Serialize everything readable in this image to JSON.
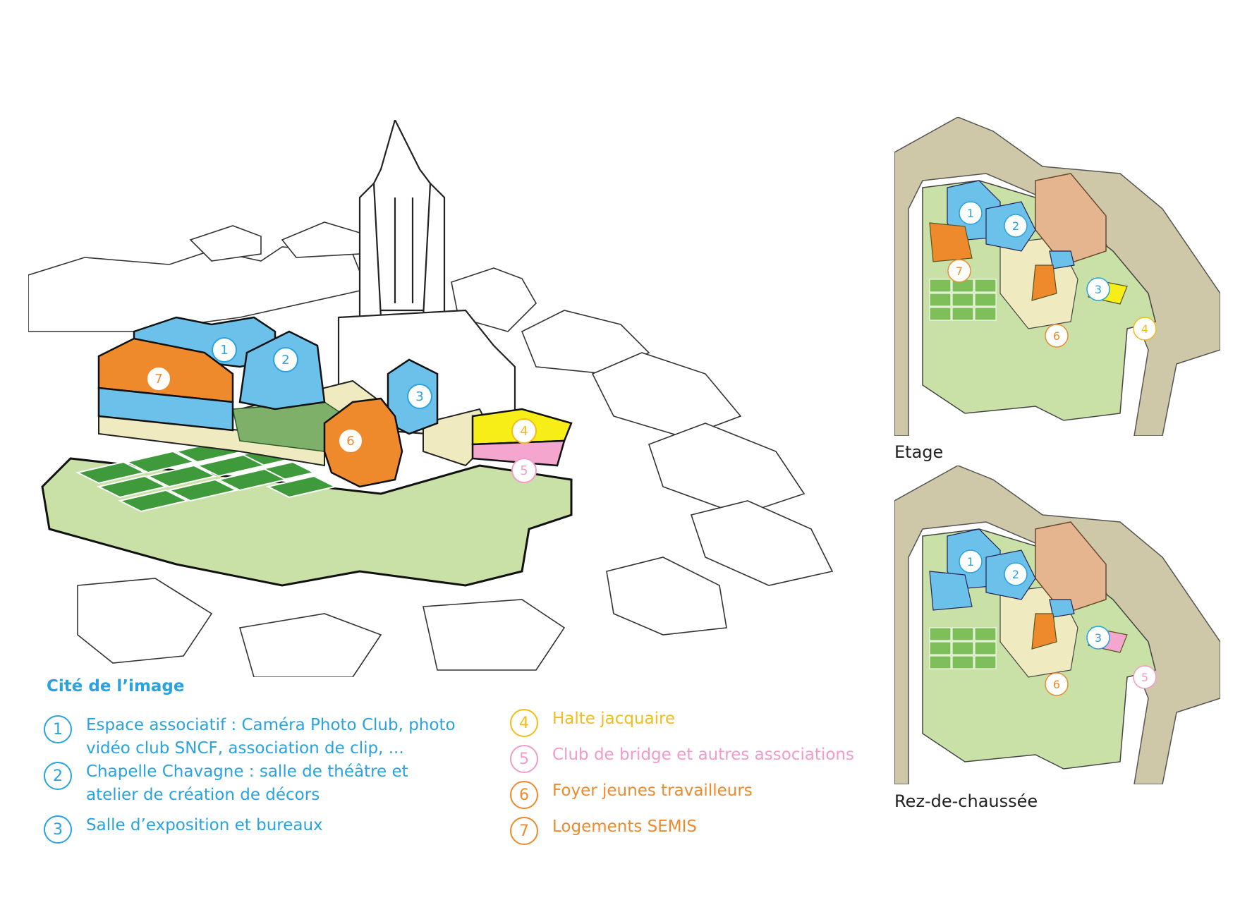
{
  "legend": {
    "title": "Cité de l’image",
    "items": [
      {
        "num": "1",
        "text": "Espace associatif : Caméra Photo Club, photo\nvidéo club SNCF, association de clip, ..."
      },
      {
        "num": "2",
        "text": "Chapelle Chavagne : salle de théâtre et\natelier de création de décors"
      },
      {
        "num": "3",
        "text": "Salle d’exposition et bureaux"
      },
      {
        "num": "4",
        "text": "Halte jacquaire"
      },
      {
        "num": "5",
        "text": "Club de bridge et autres associations"
      },
      {
        "num": "6",
        "text": "Foyer jeunes travailleurs"
      },
      {
        "num": "7",
        "text": "Logements SEMIS"
      }
    ]
  },
  "plans": {
    "top_label": "Etage",
    "bottom_label": "Rez-de-chaussée"
  },
  "colors": {
    "blue": "#6cc1ea",
    "orange": "#ef8a2c",
    "yellow": "#f7ee17",
    "pink": "#f4a6cf",
    "lawn": "#c9e1a6",
    "dark_green": "#3f9a3c",
    "beige": "#efeabf",
    "road": "#cfc8a8"
  }
}
